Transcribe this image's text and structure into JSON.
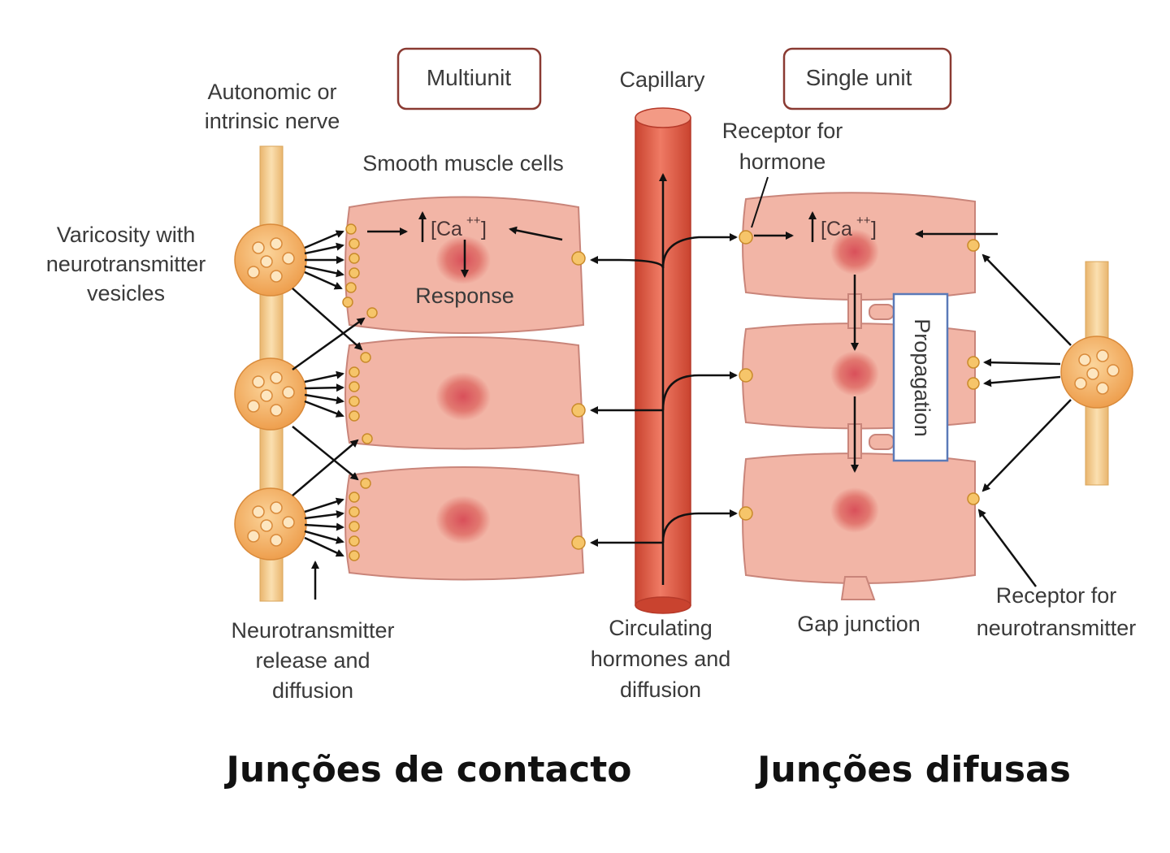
{
  "labels": {
    "nerve_left": [
      "Autonomic or",
      "intrinsic nerve"
    ],
    "multiunit": "Multiunit",
    "capillary": "Capillary",
    "single_unit": "Single unit",
    "receptor_hormone": [
      "Receptor for",
      "hormone"
    ],
    "smooth_muscle": "Smooth muscle cells",
    "varicosity": [
      "Varicosity with",
      "neurotransmitter",
      "vesicles"
    ],
    "ca_left": "[Ca",
    "ca_right": "[Ca",
    "ca_sup": "++",
    "ca_close": "]",
    "response": "Response",
    "propagation": "Propagation",
    "nt_release": [
      "Neurotransmitter",
      "release and",
      "diffusion"
    ],
    "circulating": [
      "Circulating",
      "hormones and",
      "diffusion"
    ],
    "gap_junction": "Gap junction",
    "receptor_nt": [
      "Receptor for",
      "neurotransmitter"
    ]
  },
  "captions": {
    "left": "Junções de contacto",
    "right": "Junções difusas"
  },
  "colors": {
    "cell_fill": "#f2b5a6",
    "cell_stroke": "#c9857a",
    "nucleus": "#de6a68",
    "capillary": "#e0624e",
    "nerve": "#f4c98a",
    "varicosity": "#f5b36a",
    "box_border": "#8a3a32",
    "propagation_border": "#5a7ab8"
  }
}
